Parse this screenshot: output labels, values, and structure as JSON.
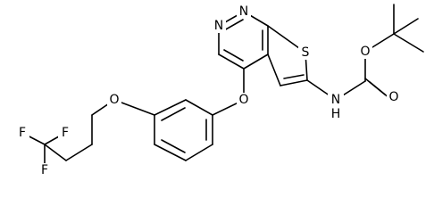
{
  "atoms": {
    "N_top": "N",
    "N_left": "N",
    "S": "S",
    "O_ether": "O",
    "O_ocf3": "O",
    "F_top": "F",
    "F_left": "F",
    "F_bottom": "F",
    "N_amide": "N",
    "H_amide": "H",
    "O_ester": "O",
    "O_carbonyl": "O"
  },
  "colors": {
    "line": "#000000",
    "background": "#ffffff"
  }
}
